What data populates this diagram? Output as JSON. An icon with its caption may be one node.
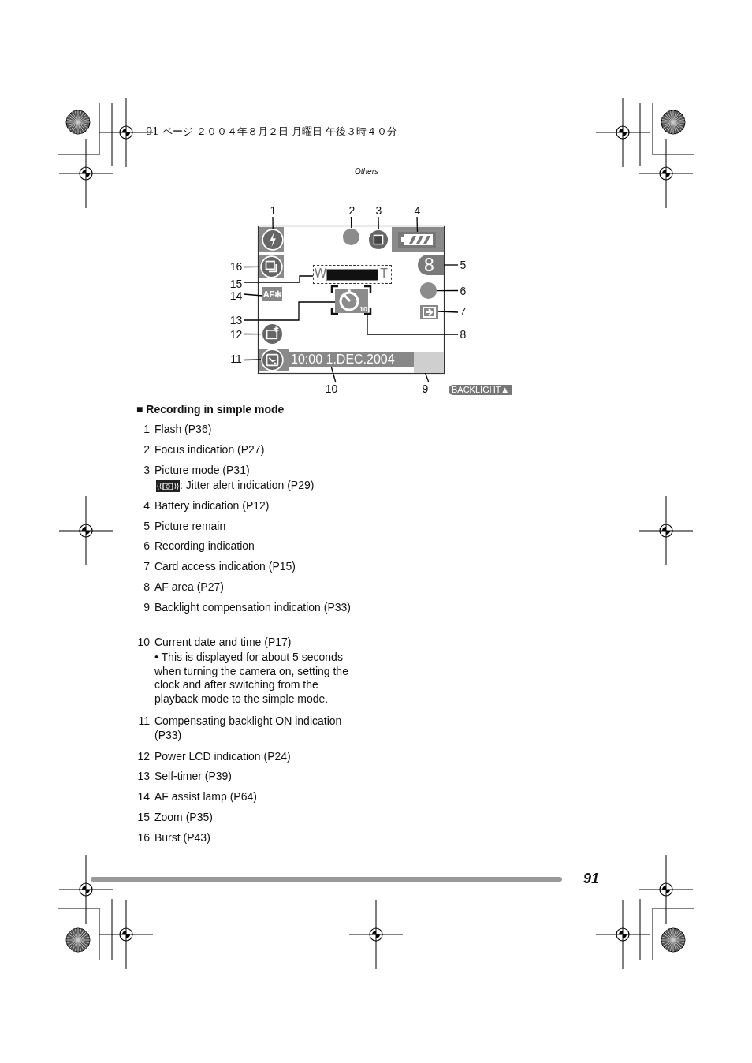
{
  "diagram": {
    "nodes": [
      {
        "text": [],
        "shape": "box"
      },
      {
        "text": [
          "1"
        ]
      },
      {
        "text": [
          "2"
        ]
      },
      {
        "text": [
          "3"
        ]
      },
      {
        "text": [
          "4"
        ]
      },
      {
        "text": [
          "5"
        ]
      },
      {
        "text": [
          "6"
        ]
      },
      {
        "text": [
          "7"
        ]
      },
      {
        "text": [
          "8"
        ]
      },
      {
        "text": [
          "9"
        ]
      },
      {
        "text": [
          "10"
        ]
      },
      {
        "text": [
          "11"
        ]
      },
      {
        "text": [
          "12"
        ]
      },
      {
        "text": [
          "13"
        ]
      },
      {
        "text": [
          "14"
        ]
      },
      {
        "text": [
          "15"
        ]
      },
      {
        "text": [
          "16"
        ]
      },
      {
        "text": [],
        "shape": "circle",
        "in": 0
      },
      {
        "text": [],
        "shape": "circle",
        "in": 0
      },
      {
        "text": [],
        "shape": "circle",
        "in": 0
      },
      {
        "text": [],
        "shape": "battery",
        "in": 0
      },
      {
        "text": [
          "8"
        ],
        "in": 0
      },
      {
        "text": [],
        "shape": "circle",
        "in": 0
      },
      {
        "text": [],
        "shape": "box",
        "in": 0
      },
      {
        "text": [],
        "shape": "box",
        "in": 0
      },
      {
        "text": [],
        "shape": "bar",
        "in": 0
      },
      {
        "text": [
          "10:00 1.DEC.2004"
        ],
        "in": 0
      },
      {
        "text": [],
        "shape": "circle",
        "in": 0
      },
      {
        "text": [],
        "shape": "circle",
        "in": 0
      },
      {
        "text": [
          "10"
        ],
        "in": 24
      },
      {
        "text": [
          "AF✻"
        ],
        "in": 0
      },
      {
        "text": [
          "W",
          "T"
        ],
        "in": 0
      },
      {
        "text": [],
        "shape": "circle",
        "in": 0
      }
    ],
    "edges": [
      {
        "from": 1,
        "to": 17,
        "arrow": "none"
      },
      {
        "from": 2,
        "to": 18,
        "arrow": "none"
      },
      {
        "from": 3,
        "to": 19,
        "arrow": "none"
      },
      {
        "from": 4,
        "to": 20,
        "arrow": "none"
      },
      {
        "from": 5,
        "to": 21,
        "arrow": "none"
      },
      {
        "from": 6,
        "to": 22,
        "arrow": "none"
      },
      {
        "from": 7,
        "to": 23,
        "arrow": "none"
      },
      {
        "from": 8,
        "to": 24,
        "arrow": "none"
      },
      {
        "from": 9,
        "to": 25,
        "arrow": "none"
      },
      {
        "from": 10,
        "to": 26,
        "arrow": "none"
      },
      {
        "from": 11,
        "to": 27,
        "arrow": "none"
      },
      {
        "from": 12,
        "to": 28,
        "arrow": "none"
      },
      {
        "from": 13,
        "to": 29,
        "arrow": "none"
      },
      {
        "from": 14,
        "to": 30,
        "arrow": "none"
      },
      {
        "from": 15,
        "to": 31,
        "arrow": "none"
      },
      {
        "from": 16,
        "to": 32,
        "arrow": "none"
      }
    ],
    "labels": [
      "91 ページ ２００４年８月２日 月曜日 午後３時４０分",
      "Others",
      "BACKLIGHT▲",
      "■ Recording in simple mode",
      "1",
      "Flash (P36)",
      "2",
      "Focus indication (P27)",
      "3",
      "Picture mode (P31)",
      ": Jitter alert indication (P29)",
      "4",
      "Battery indication (P12)",
      "5",
      "Picture remain",
      "6",
      "Recording indication",
      "7",
      "Card access indication (P15)",
      "8",
      "AF area (P27)",
      "9",
      "Backlight compensation indication (P33)",
      "10",
      "Current date and time (P17)",
      "• This is displayed for about 5 seconds when turning the camera on, setting the clock and after switching from the playback mode to the simple mode.",
      "11",
      "Compensating backlight ON indication (P33)",
      "12",
      "Power LCD indication (P24)",
      "13",
      "Self-timer (P39)",
      "14",
      "AF assist lamp (P64)",
      "15",
      "Zoom (P35)",
      "16",
      "Burst (P43)",
      "91"
    ]
  }
}
